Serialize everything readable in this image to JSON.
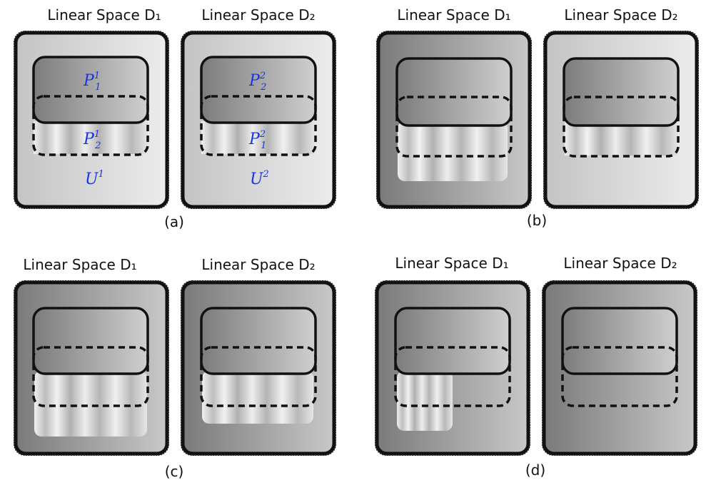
{
  "panels": [
    {
      "caption": "(a)",
      "spaces": [
        {
          "title": "Linear Space D₁",
          "labels": {
            "top": {
              "main": "P",
              "sub": "1",
              "sup": "1"
            },
            "mid": {
              "main": "P",
              "sub": "2",
              "sup": "1"
            },
            "bottom": {
              "main": "U",
              "sup": "1"
            }
          }
        },
        {
          "title": "Linear Space D₂",
          "labels": {
            "top": {
              "main": "P",
              "sub": "2",
              "sup": "2"
            },
            "mid": {
              "main": "P",
              "sub": "1",
              "sup": "2"
            },
            "bottom": {
              "main": "U",
              "sup": "2"
            }
          }
        }
      ]
    },
    {
      "caption": "(b)",
      "spaces": [
        {
          "title": "Linear Space D₁"
        },
        {
          "title": "Linear Space D₂"
        }
      ]
    },
    {
      "caption": "(c)",
      "spaces": [
        {
          "title": "Linear Space D₁"
        },
        {
          "title": "Linear Space D₂"
        }
      ]
    },
    {
      "caption": "(d)",
      "spaces": [
        {
          "title": "Linear Space D₁"
        },
        {
          "title": "Linear Space D₂"
        }
      ]
    }
  ],
  "colors": {
    "label": "#1a33e6",
    "outline": "#111111",
    "box_dark": "#7c7c7c",
    "box_light": "#d6d6d6"
  }
}
